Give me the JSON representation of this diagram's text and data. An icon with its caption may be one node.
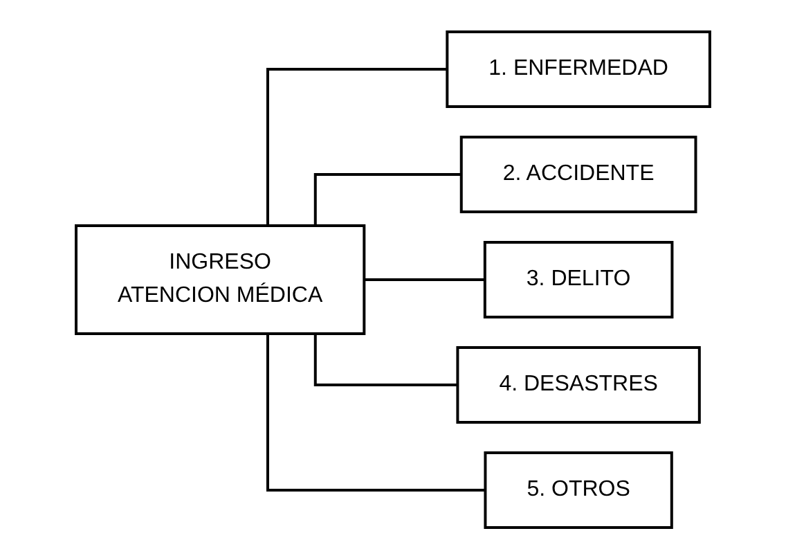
{
  "diagram": {
    "nodes": [
      {
        "text": [
          "INGRESO",
          "ATENCION MÉDICA"
        ]
      },
      {
        "text": [
          "1. ENFERMEDAD"
        ]
      },
      {
        "text": [
          "2. ACCIDENTE"
        ]
      },
      {
        "text": [
          "3. DELITO"
        ]
      },
      {
        "text": [
          "4. DESASTRES"
        ]
      },
      {
        "text": [
          "5. OTROS"
        ]
      }
    ],
    "edges": [
      {
        "from": 0,
        "to": 1,
        "arrow": "none"
      },
      {
        "from": 0,
        "to": 2,
        "arrow": "none"
      },
      {
        "from": 0,
        "to": 3,
        "arrow": "none"
      },
      {
        "from": 0,
        "to": 4,
        "arrow": "none"
      },
      {
        "from": 0,
        "to": 5,
        "arrow": "none"
      }
    ]
  }
}
